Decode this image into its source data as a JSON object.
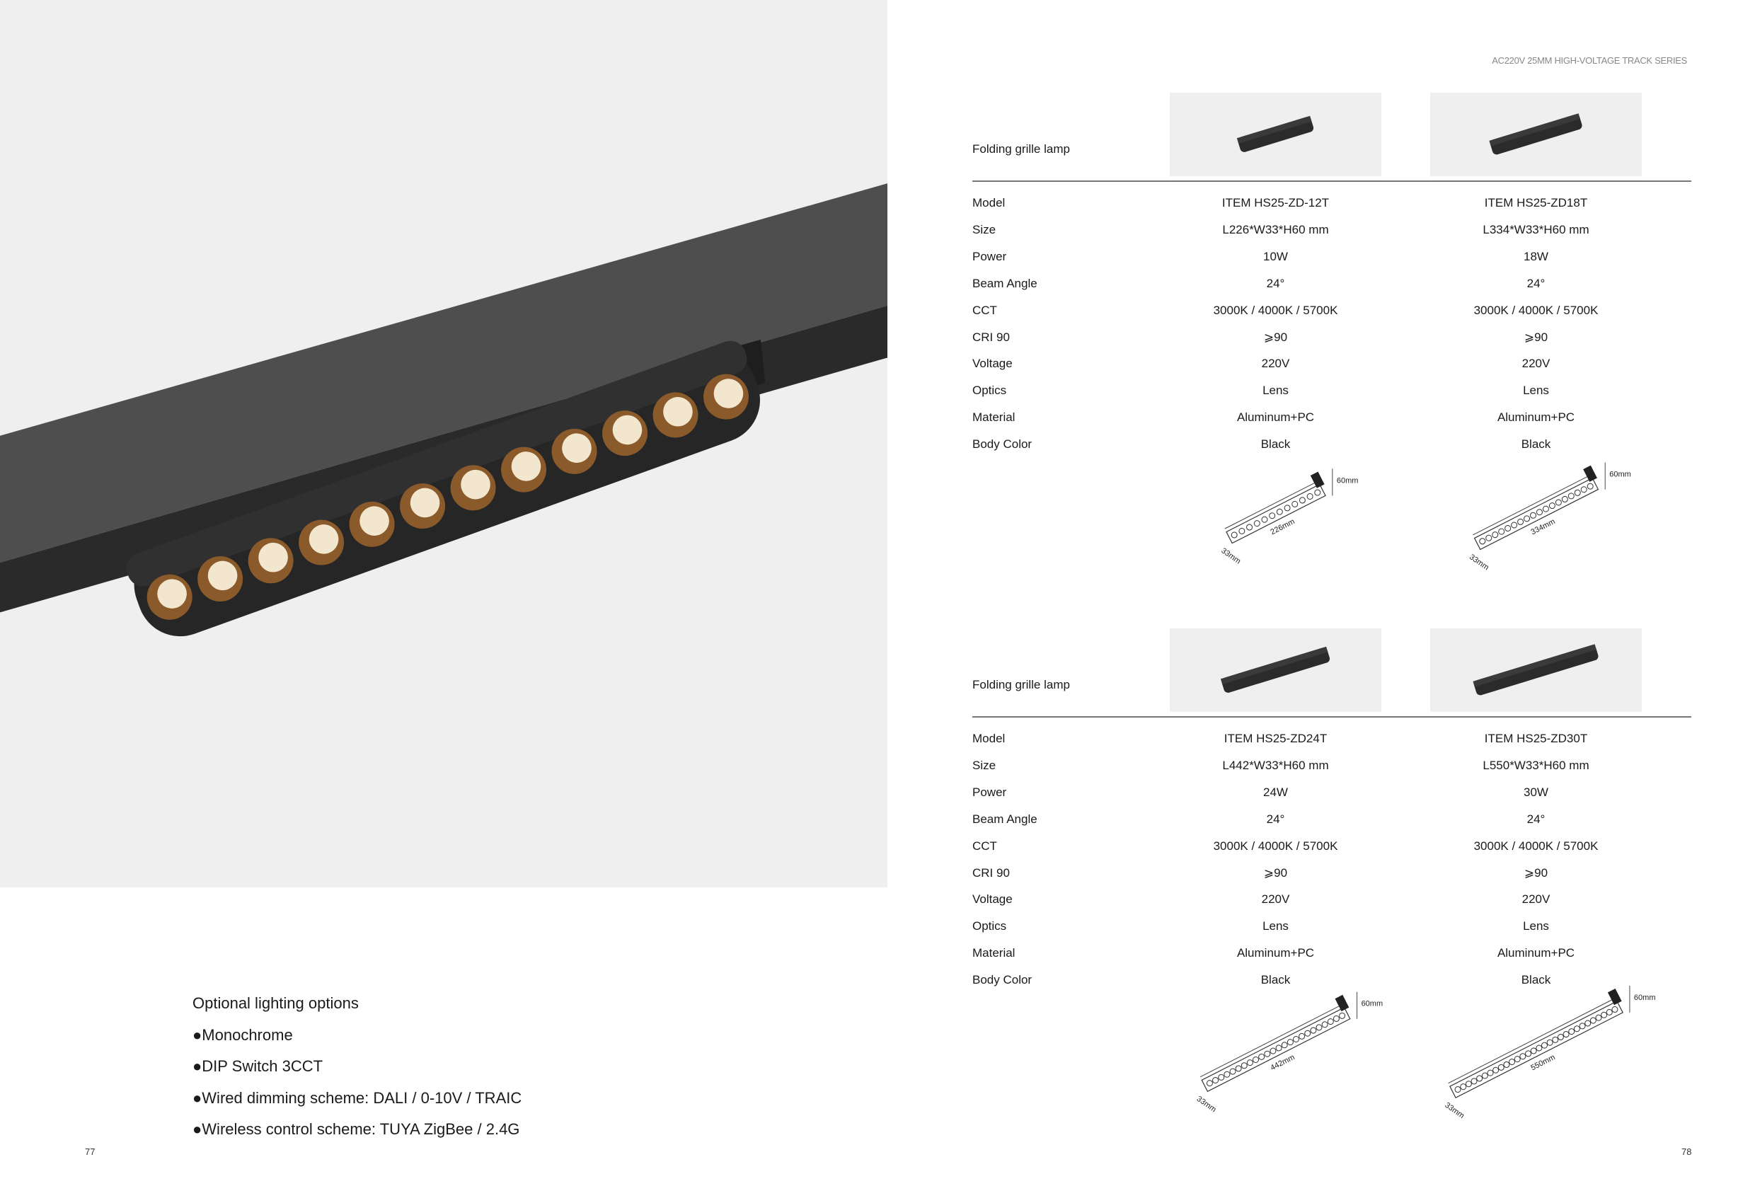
{
  "header": {
    "series": "AC220V 25MM HIGH-VOLTAGE TRACK SERIES"
  },
  "left_page": {
    "options_title": "Optional lighting options",
    "options": [
      "●Monochrome",
      "●DIP Switch 3CCT",
      "●Wired dimming scheme: DALI / 0-10V / TRAIC",
      "●Wireless control scheme: TUYA ZigBee / 2.4G"
    ],
    "page_number": "77"
  },
  "right_page": {
    "page_number": "78"
  },
  "spec_labels": [
    "Model",
    "Size",
    "Power",
    "Beam Angle",
    "CCT",
    "CRI 90",
    "Voltage",
    "Optics",
    "Material",
    "Body Color"
  ],
  "sections": [
    {
      "title": "Folding grille lamp",
      "products": [
        {
          "values": [
            "ITEM HS25-ZD-12T",
            "L226*W33*H60 mm",
            "10W",
            "24°",
            "3000K / 4000K / 5700K",
            "⩾90",
            "220V",
            "Lens",
            "Aluminum+PC",
            "Black"
          ],
          "dims": {
            "h": "60mm",
            "l": "226mm",
            "w": "33mm"
          },
          "lenses": 12
        },
        {
          "values": [
            "ITEM HS25-ZD18T",
            "L334*W33*H60 mm",
            "18W",
            "24°",
            "3000K / 4000K / 5700K",
            "⩾90",
            "220V",
            "Lens",
            "Aluminum+PC",
            "Black"
          ],
          "dims": {
            "h": "60mm",
            "l": "334mm",
            "w": "33mm"
          },
          "lenses": 18
        }
      ]
    },
    {
      "title": "Folding grille lamp",
      "products": [
        {
          "values": [
            "ITEM HS25-ZD24T",
            "L442*W33*H60 mm",
            "24W",
            "24°",
            "3000K / 4000K / 5700K",
            "⩾90",
            "220V",
            "Lens",
            "Aluminum+PC",
            "Black"
          ],
          "dims": {
            "h": "60mm",
            "l": "442mm",
            "w": "33mm"
          },
          "lenses": 24
        },
        {
          "values": [
            "ITEM HS25-ZD30T",
            "L550*W33*H60 mm",
            "30W",
            "24°",
            "3000K / 4000K / 5700K",
            "⩾90",
            "220V",
            "Lens",
            "Aluminum+PC",
            "Black"
          ],
          "dims": {
            "h": "60mm",
            "l": "550mm",
            "w": "33mm"
          },
          "lenses": 30
        }
      ]
    }
  ]
}
